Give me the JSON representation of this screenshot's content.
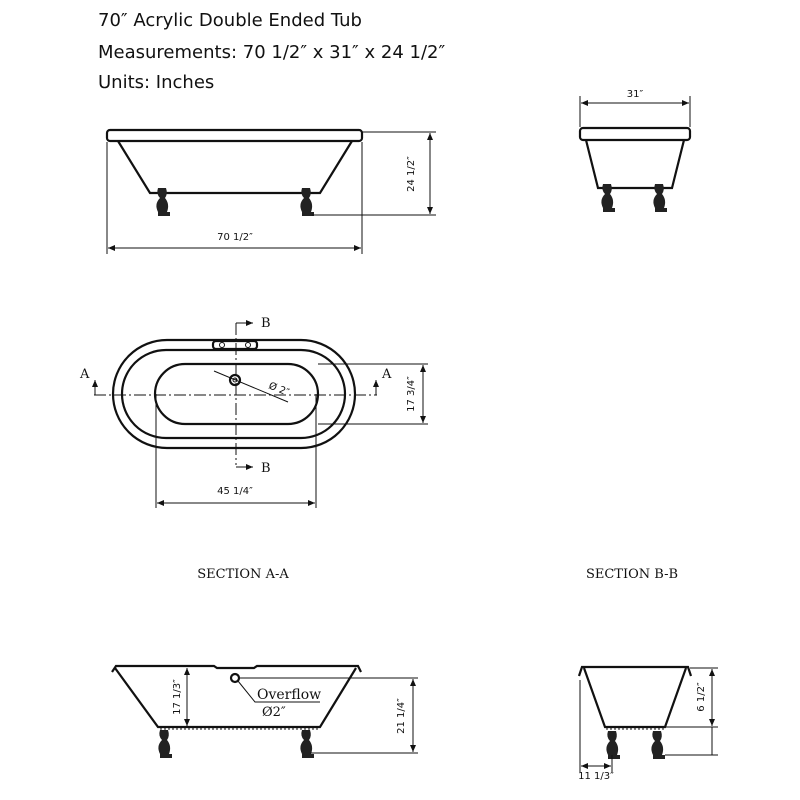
{
  "header": {
    "title": "70″ Acrylic Double Ended Tub",
    "measurements": "Measurements: 70 1/2″ x 31″ x 24 1/2″",
    "units": "Units: Inches"
  },
  "front_view": {
    "height": "24 1/2″",
    "length": "70 1/2″"
  },
  "end_view": {
    "width": "31″"
  },
  "plan_view": {
    "section_a": "A",
    "section_b": "B",
    "drain": "Ø 2″",
    "basin_width": "17 3/4″",
    "basin_length": "45 1/4″"
  },
  "section_aa": {
    "title": "SECTION  A-A",
    "depth": "17 1/3″",
    "overflow_height": "21 1/4″",
    "overflow_label": "Overflow",
    "overflow_size": "Ø2″"
  },
  "section_bb": {
    "title": "SECTION  B-B",
    "depth": "6 1/2″",
    "offset": "11 1/3″"
  }
}
